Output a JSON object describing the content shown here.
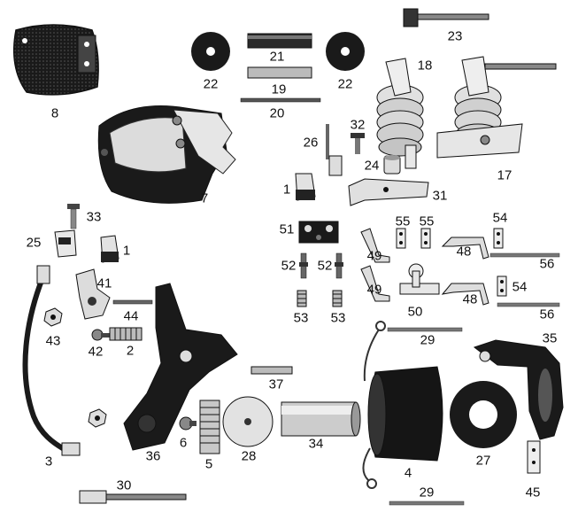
{
  "colors": {
    "ink": "#1a1a1a",
    "paper": "#ffffff",
    "mid": "#9a9a9a",
    "light": "#d9d9d9"
  },
  "labels": {
    "l8": "8",
    "l7": "7",
    "l21": "21",
    "l22a": "22",
    "l22b": "22",
    "l19": "19",
    "l20": "20",
    "l23": "23",
    "l18": "18",
    "l17": "17",
    "l26": "26",
    "l32": "32",
    "l24": "24",
    "l31": "31",
    "l1a": "1",
    "l1b": "1",
    "l33": "33",
    "l25": "25",
    "l51": "51",
    "l55a": "55",
    "l55b": "55",
    "l54a": "54",
    "l54b": "54",
    "l48a": "48",
    "l48b": "48",
    "l49a": "49",
    "l49b": "49",
    "l56a": "56",
    "l56b": "56",
    "l52a": "52",
    "l52b": "52",
    "l53a": "53",
    "l53b": "53",
    "l50": "50",
    "l41": "41",
    "l44": "44",
    "l43": "43",
    "l42": "42",
    "l2": "2",
    "l3": "3",
    "l36": "36",
    "l6": "6",
    "l5": "5",
    "l28": "28",
    "l37": "37",
    "l34": "34",
    "l29a": "29",
    "l29b": "29",
    "l35": "35",
    "l4": "4",
    "l27": "27",
    "l45": "45",
    "l30": "30"
  }
}
